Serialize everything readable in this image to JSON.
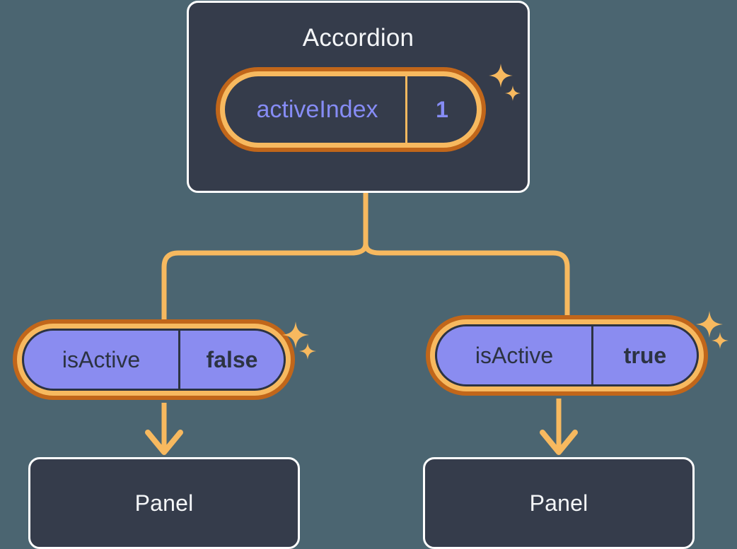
{
  "canvas": {
    "background": "#4b6571",
    "accent_orange_light": "#f7b95f",
    "accent_orange_dark": "#c1661a",
    "node_fill": "#353c4b",
    "node_border": "#ffffff",
    "purple_fill": "#8a8cf0",
    "purple_text": "#868cf5",
    "dark_text": "#2c3342"
  },
  "tree": {
    "root": {
      "title": "Accordion",
      "state": {
        "key": "activeIndex",
        "value": "1"
      }
    },
    "children": [
      {
        "state": {
          "key": "isActive",
          "value": "false"
        },
        "node": {
          "title": "Panel"
        }
      },
      {
        "state": {
          "key": "isActive",
          "value": "true"
        },
        "node": {
          "title": "Panel"
        }
      }
    ]
  },
  "icons": {
    "sparkle_large": "sparkle-icon",
    "sparkle_small": "sparkle-small-icon",
    "arrow": "arrow-down-icon"
  }
}
